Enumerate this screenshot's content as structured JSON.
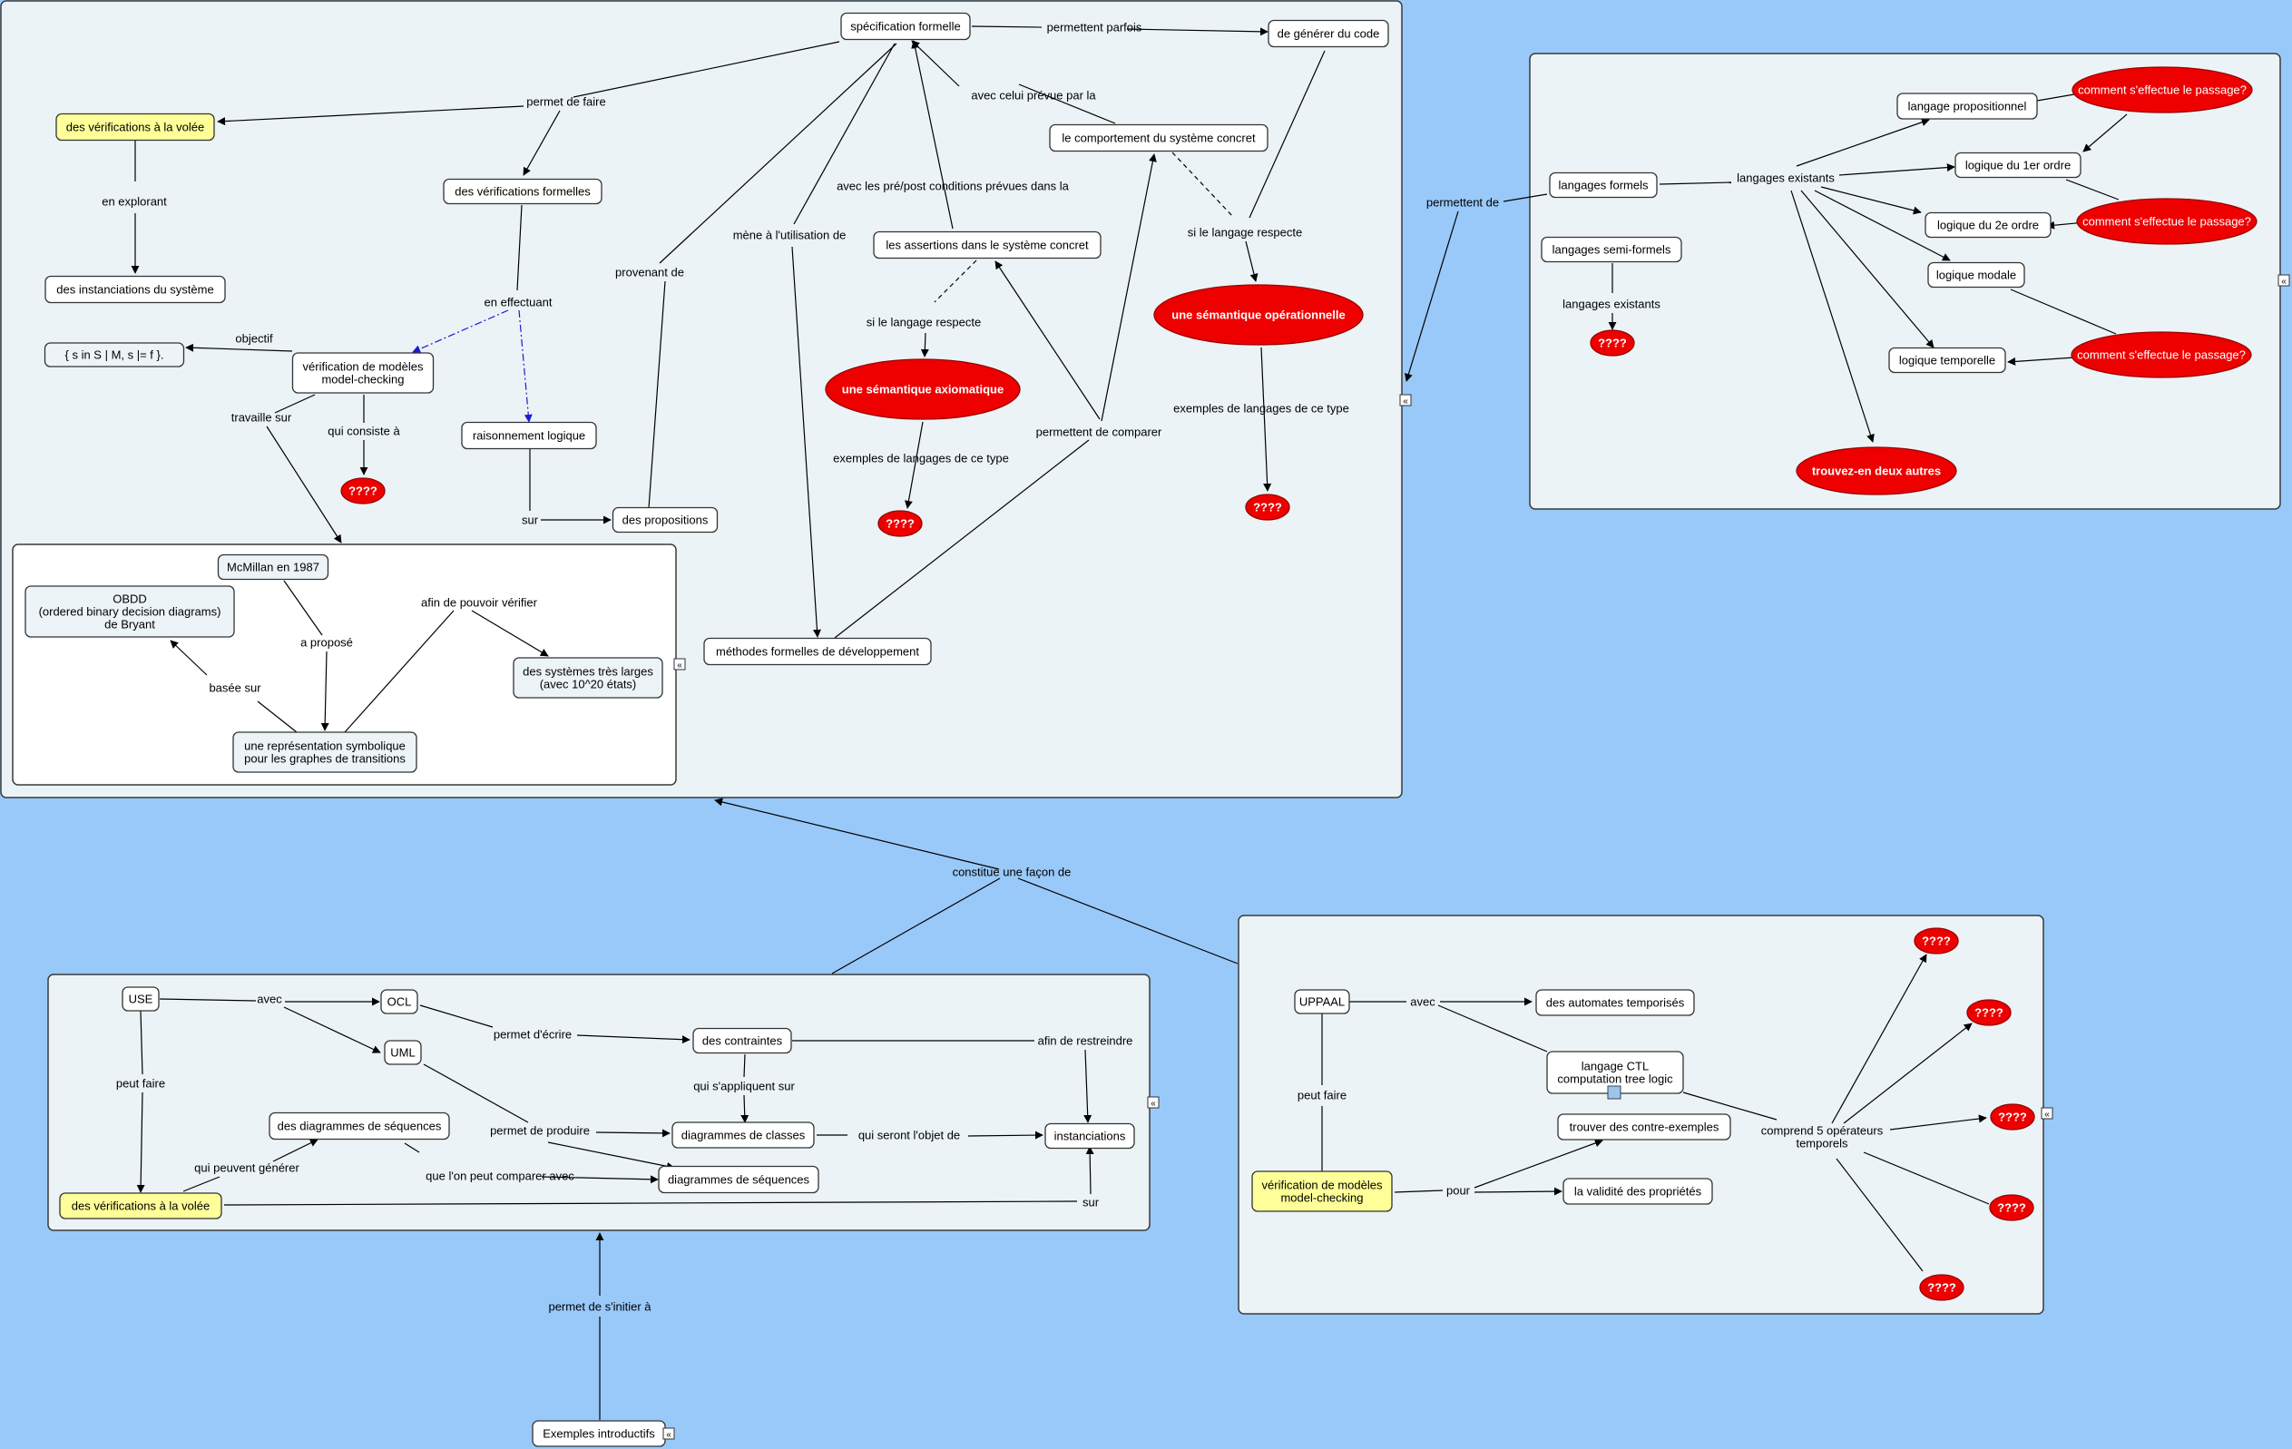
{
  "panels": {
    "top": {
      "specification_formelle": "spécification formelle",
      "permettent_parfois": "permettent parfois",
      "de_generer_du_code": "de générer du code",
      "permet_de_faire": "permet de faire",
      "avec_celui_prevue": "avec celui prévue par la",
      "comportement_systeme_concret": "le comportement du système concret",
      "verifications_a_la_volee": "des vérifications à la volée",
      "verifications_formelles": "des vérifications formelles",
      "avec_pre_post": "avec les pré/post conditions prévues dans la",
      "en_explorant": "en explorant",
      "mene_a_utilisation": "mène à l'utilisation de",
      "assertions_systeme_concret": "les assertions dans le système concret",
      "si_le_langage_respecte_1": "si le langage respecte",
      "semantique_operationnelle": "une sémantique opérationnelle",
      "provenant_de": "provenant de",
      "instanciations_systeme": "des instanciations du système",
      "en_effectuant": "en effectuant",
      "si_le_langage_respecte_2": "si le langage respecte",
      "objectif": "objectif",
      "ensemble_s": "{ s  in  S | M, s |= f }.",
      "verification_model_checking": "vérification de modèles\nmodel-checking",
      "semantique_axiomatique": "une sémantique axiomatique",
      "exemples_langages_1": "exemples de langages de ce type",
      "travaille_sur": "travaille sur",
      "qui_consiste_a": "qui consiste à",
      "raisonnement_logique": "raisonnement logique",
      "permettent_de_comparer": "permettent de comparer",
      "q1": "????",
      "exemples_langages_2": "exemples de langages de ce type",
      "sur": "sur",
      "des_propositions": "des propositions",
      "q2": "????",
      "q3": "????",
      "mcmillan": "McMillan en 1987",
      "obdd": "OBDD\n(ordered binary decision diagrams)\nde Bryant",
      "afin_de_pouvoir_verifier": "afin de pouvoir vérifier",
      "a_propose": "a proposé",
      "methodes_formelles": "méthodes formelles de développement",
      "systemes_tres_larges": "des systèmes très larges\n(avec 10^20 états)",
      "basee_sur": "basée sur",
      "representation_symbolique": "une représentation symbolique\npour les graphes de transitions"
    },
    "right": {
      "langage_propositionnel": "langage propositionnel",
      "comment_passage_1": "comment s'effectue le passage?",
      "permettent_de": "permettent de",
      "langages_formels": "langages formels",
      "langages_existants_1": "langages existants",
      "logique_1er_ordre": "logique du 1er ordre",
      "logique_2e_ordre": "logique du 2e ordre",
      "comment_passage_2": "comment s'effectue le passage?",
      "langages_semi_formels": "langages semi-formels",
      "logique_modale": "logique modale",
      "langages_existants_2": "langages existants",
      "q4": "????",
      "comment_passage_3": "comment s'effectue le passage?",
      "logique_temporelle": "logique temporelle",
      "trouvez_en": "trouvez-en deux autres"
    },
    "constitue": "constitue une façon de",
    "bottom_left": {
      "use": "USE",
      "avec": "avec",
      "ocl": "OCL",
      "permet_decrire": "permet d'écrire",
      "des_contraintes": "des contraintes",
      "afin_de_restreindre": "afin de restreindre",
      "uml": "UML",
      "peut_faire": "peut faire",
      "qui_sappliquent_sur": "qui s'appliquent sur",
      "diagrammes_sequences_1": "des diagrammes de séquences",
      "permet_de_produire": "permet de produire",
      "diagrammes_classes": "diagrammes de classes",
      "qui_seront_lobjet": "qui seront l'objet de",
      "instanciations": "instanciations",
      "qui_peuvent_generer": "qui peuvent générer",
      "que_lon_peut_comparer": "que l'on peut comparer avec",
      "diagrammes_sequences_2": "diagrammes de séquences",
      "verifications_a_la_volee": "des vérifications à la volée",
      "sur": "sur"
    },
    "permet_de_sinitier": "permet de s'initier à",
    "exemples_introductifs": "Exemples introductifs",
    "bottom_right": {
      "uppaal": "UPPAAL",
      "avec": "avec",
      "automates_temporises": "des automates temporisés",
      "langage_ctl": "langage CTL\ncomputation tree logic",
      "peut_faire": "peut faire",
      "trouver_contre_exemples": "trouver des contre-exemples",
      "comprend_operateurs": "comprend 5 opérateurs\ntemporels",
      "verification_model_checking": "vérification de modèles\nmodel-checking",
      "pour": "pour",
      "validite_proprietes": "la validité des propriétés",
      "q1": "????",
      "q2": "????",
      "q3": "????",
      "q4": "????",
      "q5": "????"
    }
  },
  "colors": {
    "background": "#99c9f9",
    "panel": "#ebf3f6",
    "yellow_node": "#ffff99",
    "red_node": "#ee0000"
  }
}
